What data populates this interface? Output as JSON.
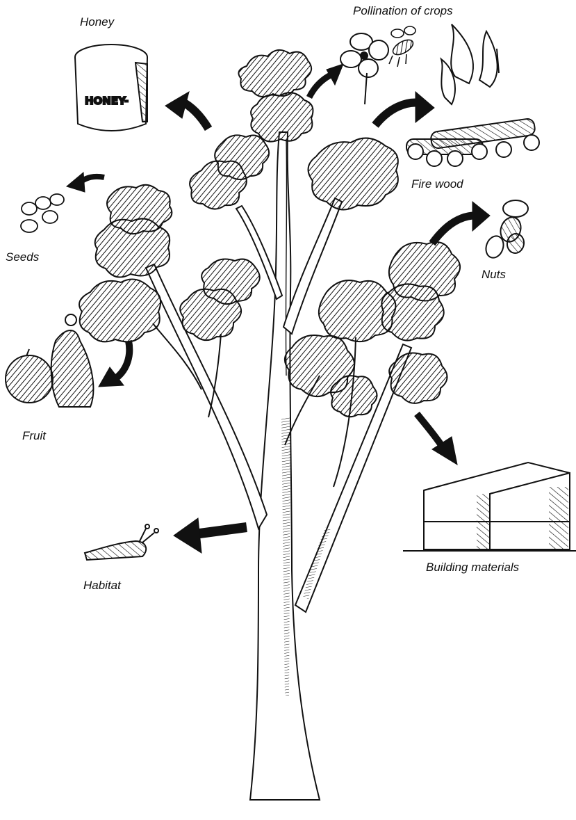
{
  "labels": {
    "honey": "Honey",
    "pollination": "Pollination of crops",
    "fire_wood": "Fire wood",
    "seeds": "Seeds",
    "nuts": "Nuts",
    "fruit": "Fruit",
    "building_materials": "Building materials",
    "habitat": "Habitat"
  },
  "honey_jar_text": "HONEY-",
  "colors": {
    "ink": "#111111",
    "background": "#ffffff"
  }
}
